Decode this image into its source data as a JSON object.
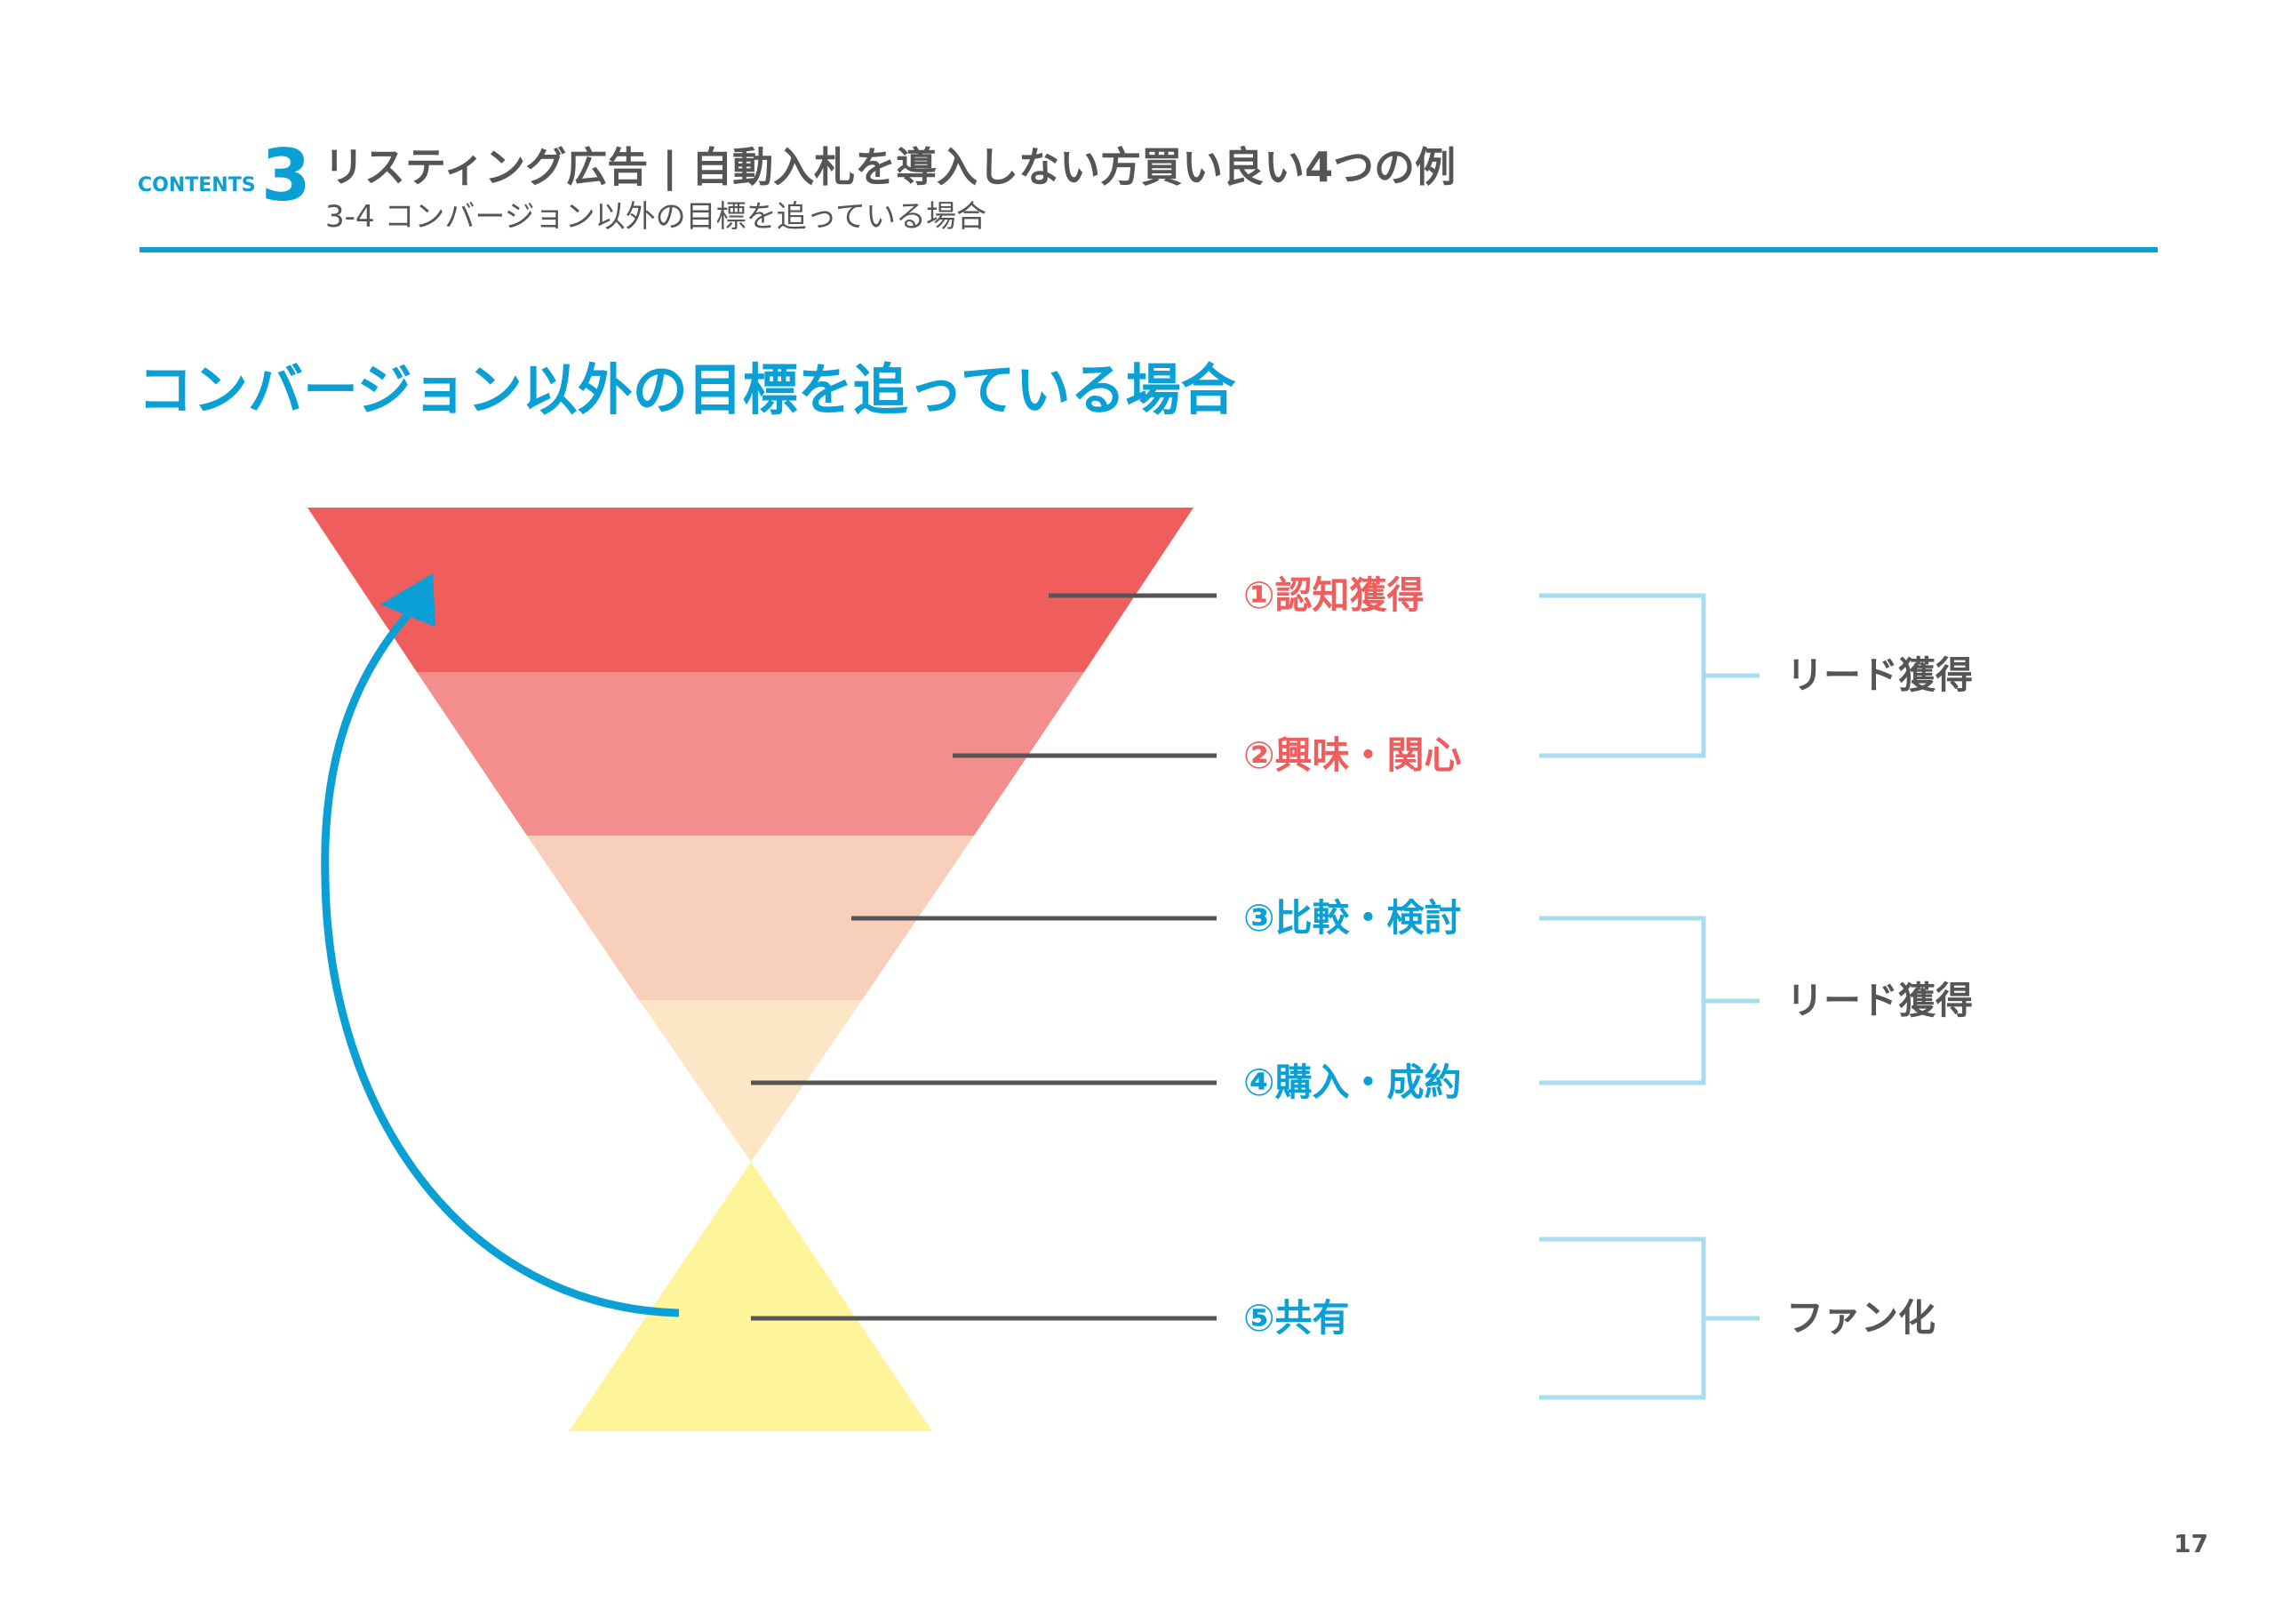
{
  "header": {
    "contents_label": "CONTENTS",
    "section_number": "3",
    "title": "リスティング広告 | 自動入札を導入しない方買い良い4つの例",
    "subtitle": "3-4 コンバージョン以外の目標を追っている場合"
  },
  "heading": "コンバージョン以外の目標を追っている場合",
  "funnel": {
    "stages": [
      {
        "label": "①認知獲得",
        "color": "#ef5d5d"
      },
      {
        "label": "②興味・関心",
        "color": "#ef5d5d"
      },
      {
        "label": "③比較・検討",
        "color": "#0aa0d6"
      },
      {
        "label": "④購入・成約",
        "color": "#0aa0d6"
      },
      {
        "label": "⑤共有",
        "color": "#0aa0d6"
      }
    ],
    "groups": [
      {
        "label": "リード獲得"
      },
      {
        "label": "リード獲得"
      },
      {
        "label": "ファン化"
      }
    ],
    "colors": {
      "band1": "#ef5d5d",
      "band2": "#f48e8c",
      "band3": "#f7cfba",
      "band4": "#fce6c6",
      "share": "#fef59a",
      "accent": "#0aa0d6",
      "bracket": "#a8dcef"
    }
  },
  "page_number": "17"
}
